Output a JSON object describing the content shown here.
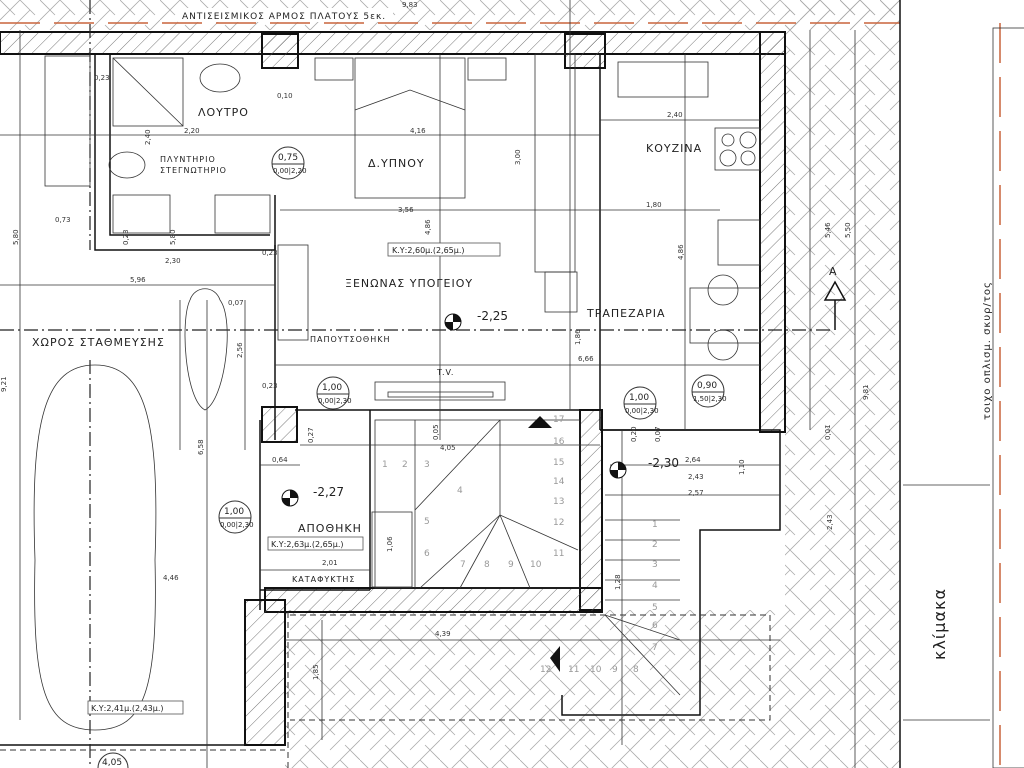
{
  "drawing": {
    "seismic_joint_label": "ΑΝΤΙΣΕΙΣΜΙΚΟΣ ΑΡΜΟΣ ΠΛΑΤΟΥΣ 5εκ.",
    "rooms": {
      "bathroom": "ΛΟΥΤΡΟ",
      "washer_line1": "ΠΛΥΝΤΗΡΙΟ",
      "washer_line2": "ΣΤΕΓΝΩΤΗΡΙΟ",
      "bedroom": "Δ.ΥΠΝΟΥ",
      "kitchen": "ΚΟΥΖΙΝΑ",
      "guest_house": "ΞΕΝΩΝΑΣ ΥΠΟΓΕΙΟΥ",
      "dining": "ΤΡΑΠΕΖΑΡΙΑ",
      "shoe_cabinet": "ΠΑΠΟΥΤΣΟΘΗΚΗ",
      "parking": "ΧΩΡΟΣ ΣΤΑΘΜΕΥΣΗΣ",
      "tv": "T.V.",
      "storage": "ΑΠΟΘΗΚΗ",
      "shelter": "ΚΑΤΑΦΥΚΤΗΣ",
      "staircase": "κλίμακα",
      "retaining_wall": "τοιχο οπλισμ. σκυρ/τος"
    },
    "ceiling_heights": {
      "guest": "Κ.Υ:2,60μ.(2,65μ.)",
      "storage": "Κ.Υ:2,63μ.(2,65μ.)",
      "parking": "Κ.Υ:2,41μ.(2,43μ.)"
    },
    "levels": {
      "guest": "-2,25",
      "storage": "-2,27",
      "entry": "-2,30"
    },
    "door_tags": [
      {
        "width": "0,75",
        "sill_height": "0,00|2,20"
      },
      {
        "width": "1,00",
        "sill_height": "0,00|2,30"
      },
      {
        "width": "1,00",
        "sill_height": "0,00|2,30"
      },
      {
        "width": "0,90",
        "sill_height": "1,50|2,30"
      },
      {
        "width": "1,00",
        "sill_height": "0,00|2,30"
      },
      {
        "width": "4,05",
        "sill_height": ""
      }
    ],
    "section_mark": "Α",
    "dimensions": [
      "9,83",
      "0,23",
      "0,10",
      "2,20",
      "2,40",
      "4,16",
      "3,56",
      "4,86",
      "3,00",
      "2,40",
      "1,80",
      "4,86",
      "5,46",
      "5,50",
      "9,81",
      "0,73",
      "5,80",
      "0,23",
      "5,80",
      "2,30",
      "0,23",
      "5,96",
      "0,07",
      "2,56",
      "0,23",
      "6,58",
      "9,21",
      "1,86",
      "6,66",
      "0,05",
      "4,05",
      "0,27",
      "0,64",
      "2,64",
      "2,43",
      "2,57",
      "1,10",
      "0,20",
      "0,07",
      "2,43",
      "1,06",
      "2,01",
      "4,46",
      "4,39",
      "1,85",
      "1,28",
      "0,01"
    ],
    "interior_steps": [
      "1",
      "2",
      "3",
      "4",
      "5",
      "6",
      "7",
      "8",
      "9",
      "10",
      "11",
      "12",
      "13",
      "14",
      "15",
      "16",
      "17"
    ],
    "exterior_steps": [
      "1",
      "2",
      "3",
      "4",
      "5",
      "6",
      "7",
      "8",
      "9",
      "10",
      "11",
      "12"
    ],
    "colors": {
      "line": "#111111",
      "property_line": "#c8643c",
      "hatch": "#555555"
    }
  }
}
